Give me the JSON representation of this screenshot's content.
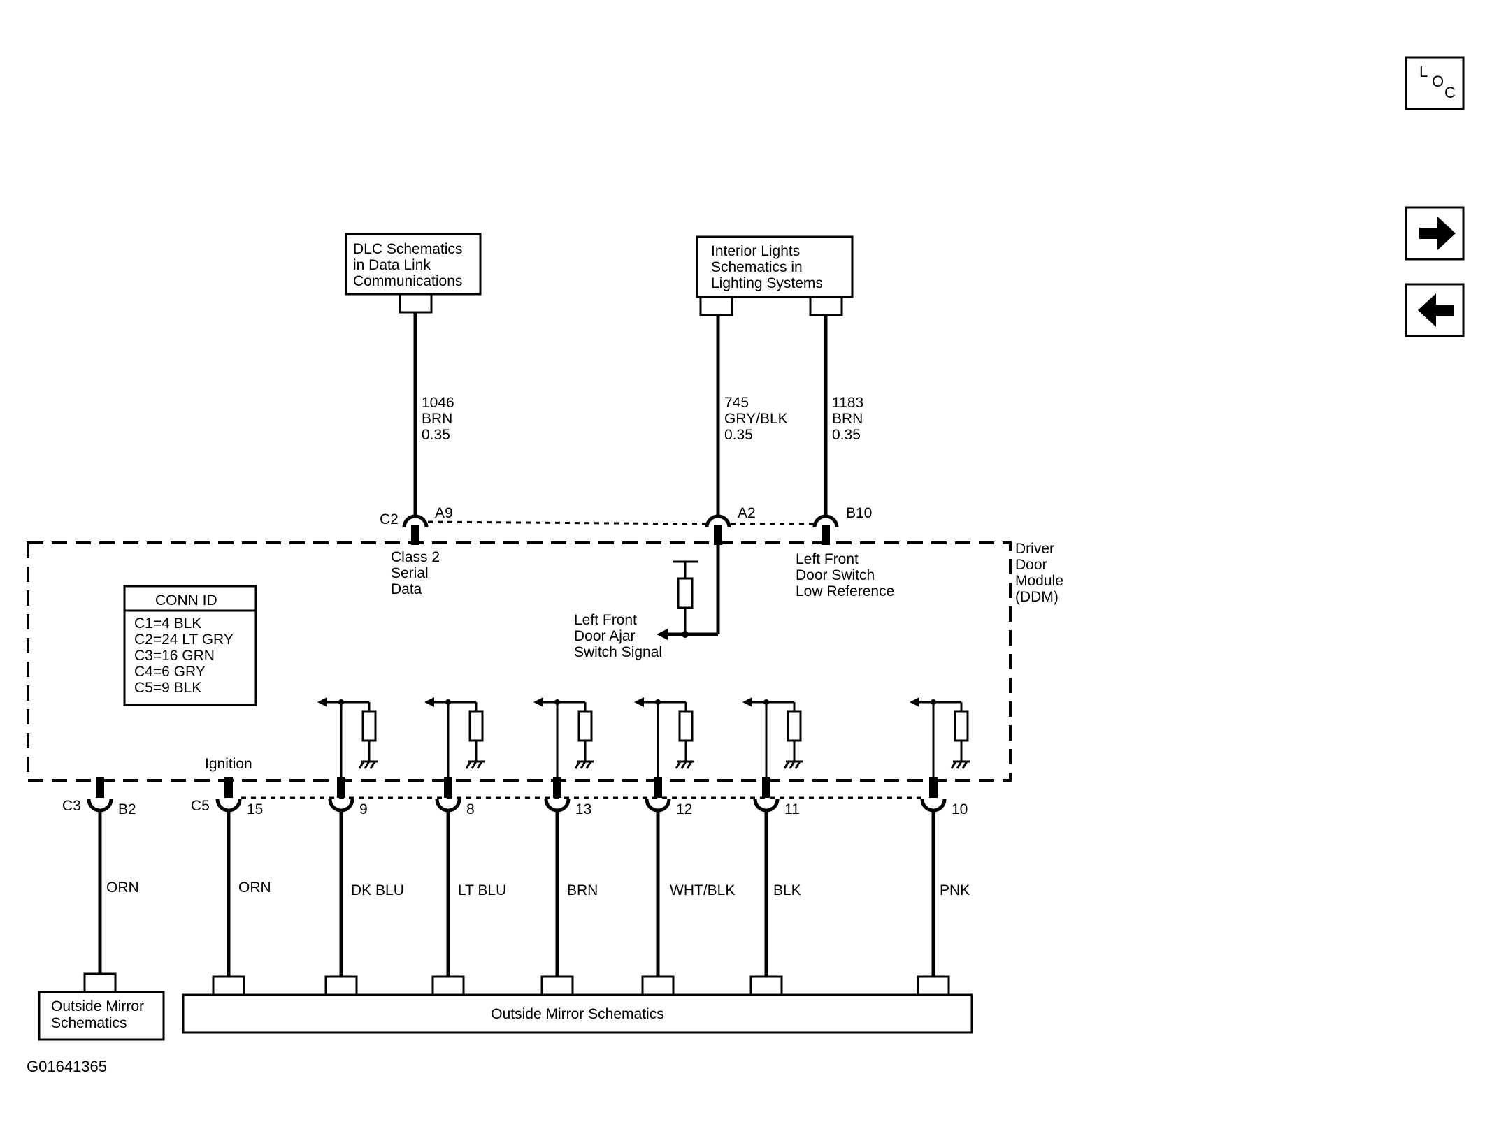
{
  "nav": {
    "loc_l": "L",
    "loc_o": "O",
    "loc_c": "C",
    "next_icon": "arrow-right-icon",
    "prev_icon": "arrow-left-icon"
  },
  "boxes": {
    "dlc": [
      "DLC Schematics",
      "in Data Link",
      "Communications"
    ],
    "interior": [
      "Interior Lights",
      "Schematics in",
      "Lighting Systems"
    ],
    "mirror_left": [
      "Outside Mirror",
      "Schematics"
    ],
    "mirror_bottom": "Outside Mirror Schematics"
  },
  "top_wires": [
    {
      "circuit": "1046",
      "color": "BRN",
      "gauge": "0.35",
      "conn": "C2",
      "pin": "A9"
    },
    {
      "circuit": "745",
      "color": "GRY/BLK",
      "gauge": "0.35",
      "pin": "A2"
    },
    {
      "circuit": "1183",
      "color": "BRN",
      "gauge": "0.35",
      "pin": "B10"
    }
  ],
  "module": {
    "name": [
      "Driver",
      "Door",
      "Module",
      "(DDM)"
    ],
    "class2": [
      "Class 2",
      "Serial",
      "Data"
    ],
    "lf_low_ref": [
      "Left Front",
      "Door Switch",
      "Low Reference"
    ],
    "door_ajar": [
      "Left Front",
      "Door Ajar",
      "Switch Signal"
    ],
    "ignition": "Ignition"
  },
  "conn_id": {
    "title": "CONN ID",
    "rows": [
      "C1=4 BLK",
      "C2=24 LT GRY",
      "C3=16 GRN",
      "C4=6 GRY",
      "C5=9 BLK"
    ]
  },
  "bottom_wires": [
    {
      "conn": "C3",
      "pin": "B2",
      "color": "ORN"
    },
    {
      "conn": "C5",
      "pin": "15",
      "color": "ORN"
    },
    {
      "pin": "9",
      "color": "DK BLU"
    },
    {
      "pin": "8",
      "color": "LT BLU"
    },
    {
      "pin": "13",
      "color": "BRN"
    },
    {
      "pin": "12",
      "color": "WHT/BLK"
    },
    {
      "pin": "11",
      "color": "BLK"
    },
    {
      "pin": "10",
      "color": "PNK"
    }
  ],
  "figure_id": "G01641365"
}
